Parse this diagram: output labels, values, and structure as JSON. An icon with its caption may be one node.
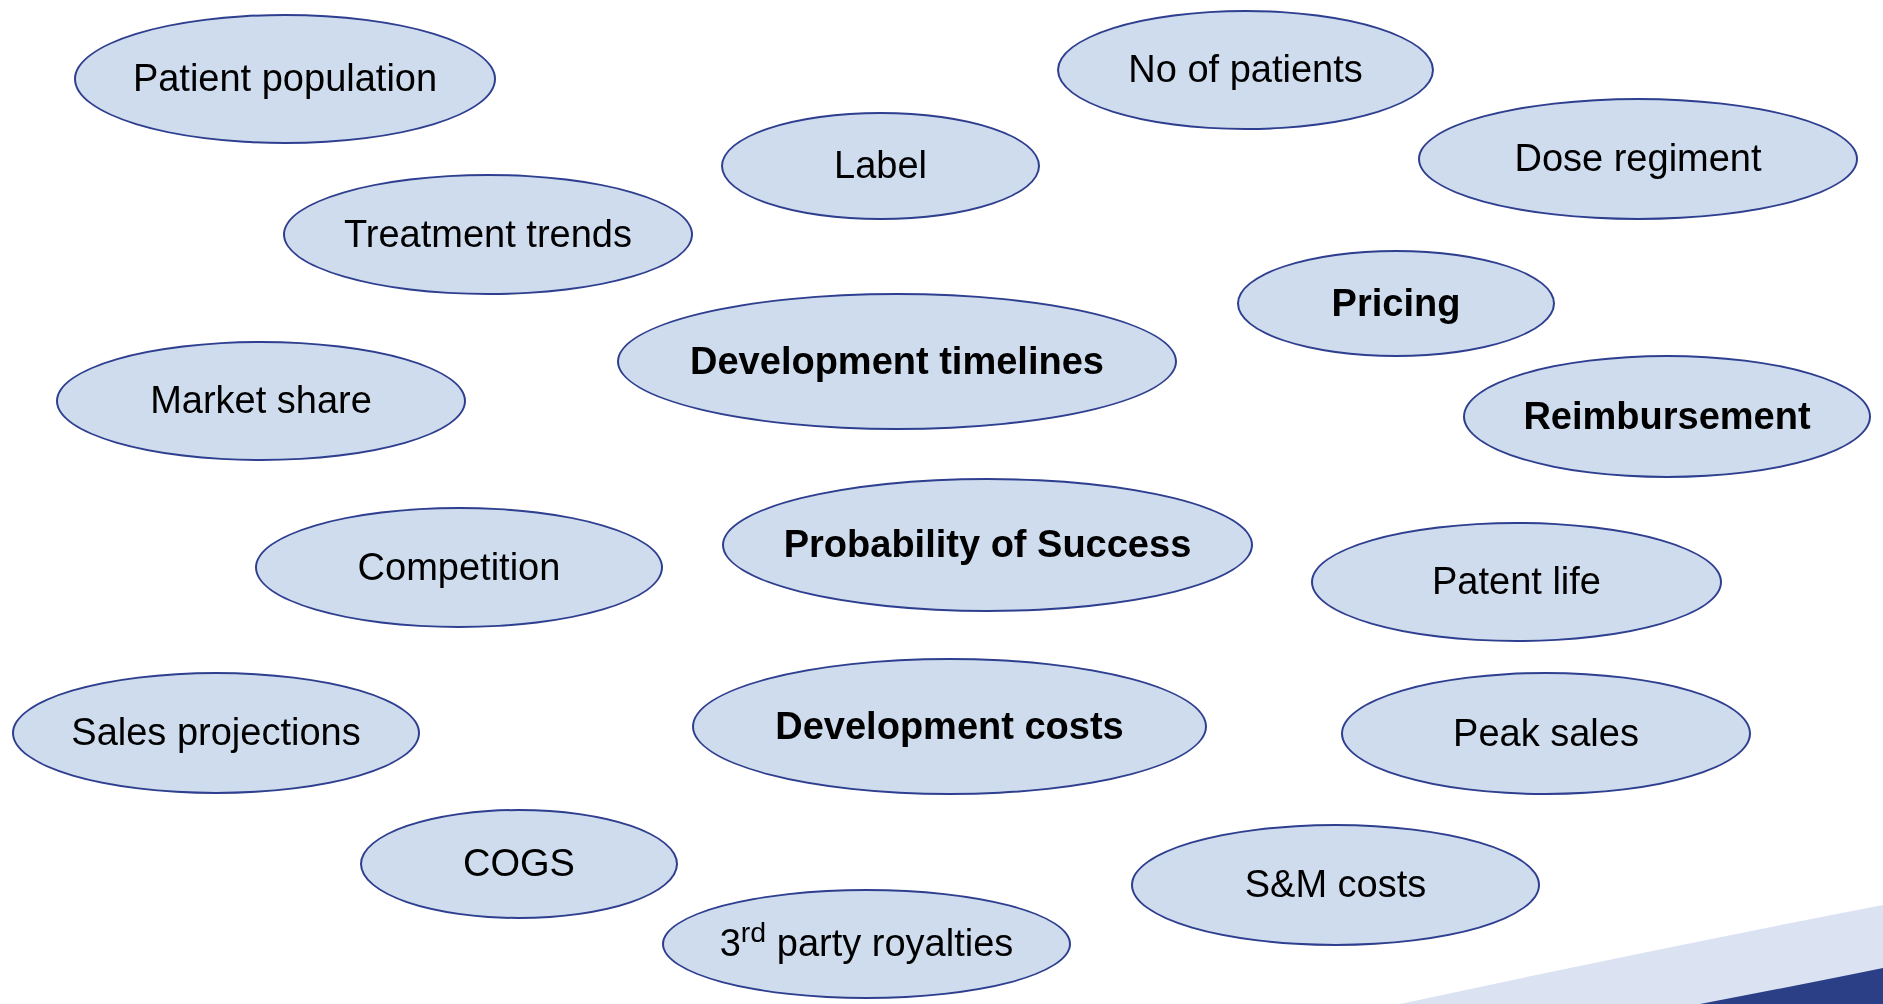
{
  "diagram": {
    "nodes": [
      {
        "text": [
          "No of patients"
        ]
      },
      {
        "text": [
          "Patient population"
        ]
      },
      {
        "text": [
          "Dose regiment"
        ]
      },
      {
        "text": [
          "Label"
        ]
      },
      {
        "text": [
          "Treatment trends"
        ]
      },
      {
        "text": [
          "**Pricing**"
        ]
      },
      {
        "text": [
          "**Development timelines**"
        ]
      },
      {
        "text": [
          "Market share"
        ]
      },
      {
        "text": [
          "**Reimbursement**"
        ]
      },
      {
        "text": [
          "**Probability of Success**"
        ]
      },
      {
        "text": [
          "Competition"
        ]
      },
      {
        "text": [
          "Patent life"
        ]
      },
      {
        "text": [
          "Sales projections"
        ]
      },
      {
        "text": [
          "**Development costs**"
        ]
      },
      {
        "text": [
          "Peak sales"
        ]
      },
      {
        "text": [
          "COGS"
        ]
      },
      {
        "text": [
          "S&M costs"
        ]
      },
      {
        "text": [
          "3$^{rd}$ party royalties"
        ]
      }
    ]
  }
}
